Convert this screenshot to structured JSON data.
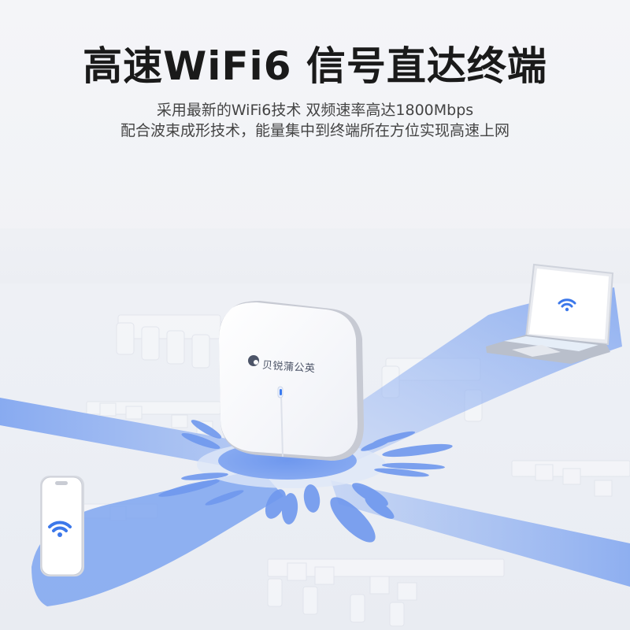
{
  "headline": "高速WiFi6 信号直达终端",
  "subtitle": {
    "line1": "采用最新的WiFi6技术 双频速率高达1800Mbps",
    "line2": "配合波束成形技术，能量集中到终端所在方位实现高速上网"
  },
  "router": {
    "brand": "贝锐蒲公英",
    "logo_icon": "dandelion-logo-icon",
    "status_light_color": "#3a7bf0"
  },
  "devices": [
    {
      "type": "laptop",
      "icon": "wifi-icon"
    },
    {
      "type": "smartphone",
      "icon": "wifi-icon"
    }
  ],
  "colors": {
    "beam": "#7ea4f0",
    "beam_dark": "#5f8ceb",
    "wifi_icon": "#3c78ea",
    "headline": "#1a1a1a",
    "subtitle": "#444444",
    "background": "#f3f4f7"
  }
}
